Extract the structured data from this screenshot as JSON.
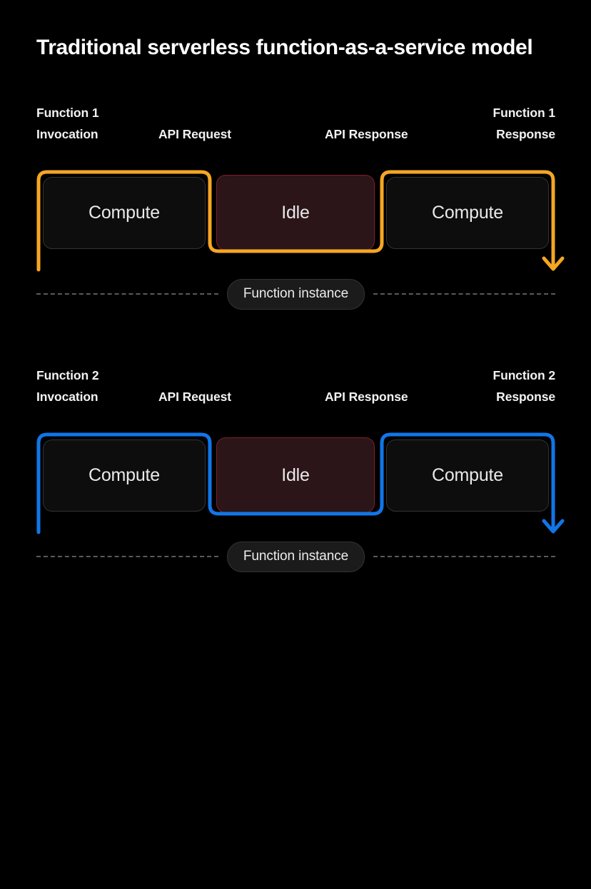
{
  "page": {
    "title": "Traditional serverless function-as-a-service model",
    "background": "#000000"
  },
  "colors": {
    "accent_function_1": "#F5A623",
    "accent_function_2": "#1176E8",
    "idle_fill": "#2B1518",
    "idle_border": "#7E2027",
    "compute_fill": "#0D0D0D",
    "compute_border": "#333333",
    "text": "#FFFFFF",
    "dashed_line": "#5A5A5A"
  },
  "sections": [
    {
      "id": "function-1",
      "accent": "#F5A623",
      "labels": {
        "invocation_line1": "Function 1",
        "invocation_line2": "Invocation",
        "api_request": "API Request",
        "api_response": "API Response",
        "response_line1": "Function 1",
        "response_line2": "Response"
      },
      "boxes": [
        {
          "label": "Compute",
          "state": "compute"
        },
        {
          "label": "Idle",
          "state": "idle"
        },
        {
          "label": "Compute",
          "state": "compute"
        }
      ],
      "instance_label": "Function instance"
    },
    {
      "id": "function-2",
      "accent": "#1176E8",
      "labels": {
        "invocation_line1": "Function 2",
        "invocation_line2": "Invocation",
        "api_request": "API Request",
        "api_response": "API Response",
        "response_line1": "Function 2",
        "response_line2": "Response"
      },
      "boxes": [
        {
          "label": "Compute",
          "state": "compute"
        },
        {
          "label": "Idle",
          "state": "idle"
        },
        {
          "label": "Compute",
          "state": "compute"
        }
      ],
      "instance_label": "Function instance"
    }
  ]
}
